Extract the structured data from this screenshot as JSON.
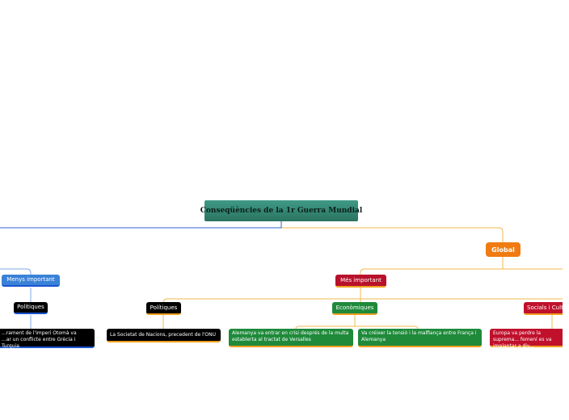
{
  "root": {
    "label": "Conseqüències de la 1r Guerra Mundial"
  },
  "left_branch": {
    "label": "Menys important",
    "child": {
      "label": "Polítiques",
      "leaf": {
        "line1": "...rament de l'imperi Otomà va",
        "line2": "...ar un conflicte entre Grècia i Turquia"
      }
    }
  },
  "right_branch": {
    "label": "Global",
    "child": {
      "label": "Més important",
      "categories": [
        {
          "label": "Polítiques",
          "leaves": [
            "La Societat de Nacions, precedent de l'ONU"
          ]
        },
        {
          "label": "Econòmiques",
          "leaves": [
            "Alemanya va entrar en crisi després de la multa establerta al tractat de Versalles",
            "Va créixer la tensió i la malfiança entre França i Alemanya"
          ]
        },
        {
          "label": "Socials i Cult...",
          "leaves": [
            "Europa va perdre la suprema... femení es va implantar a div..."
          ]
        }
      ]
    }
  },
  "colors": {
    "root": "#2f7d69",
    "global": "#ef7b12",
    "mes_important": "#b8112b",
    "menys_important": "#3a82d8",
    "politiques": "#000000",
    "economiques": "#1e8a3a",
    "socials": "#c0102c",
    "orange_line": "#f2b84e",
    "blue_line": "#2c63d8"
  }
}
